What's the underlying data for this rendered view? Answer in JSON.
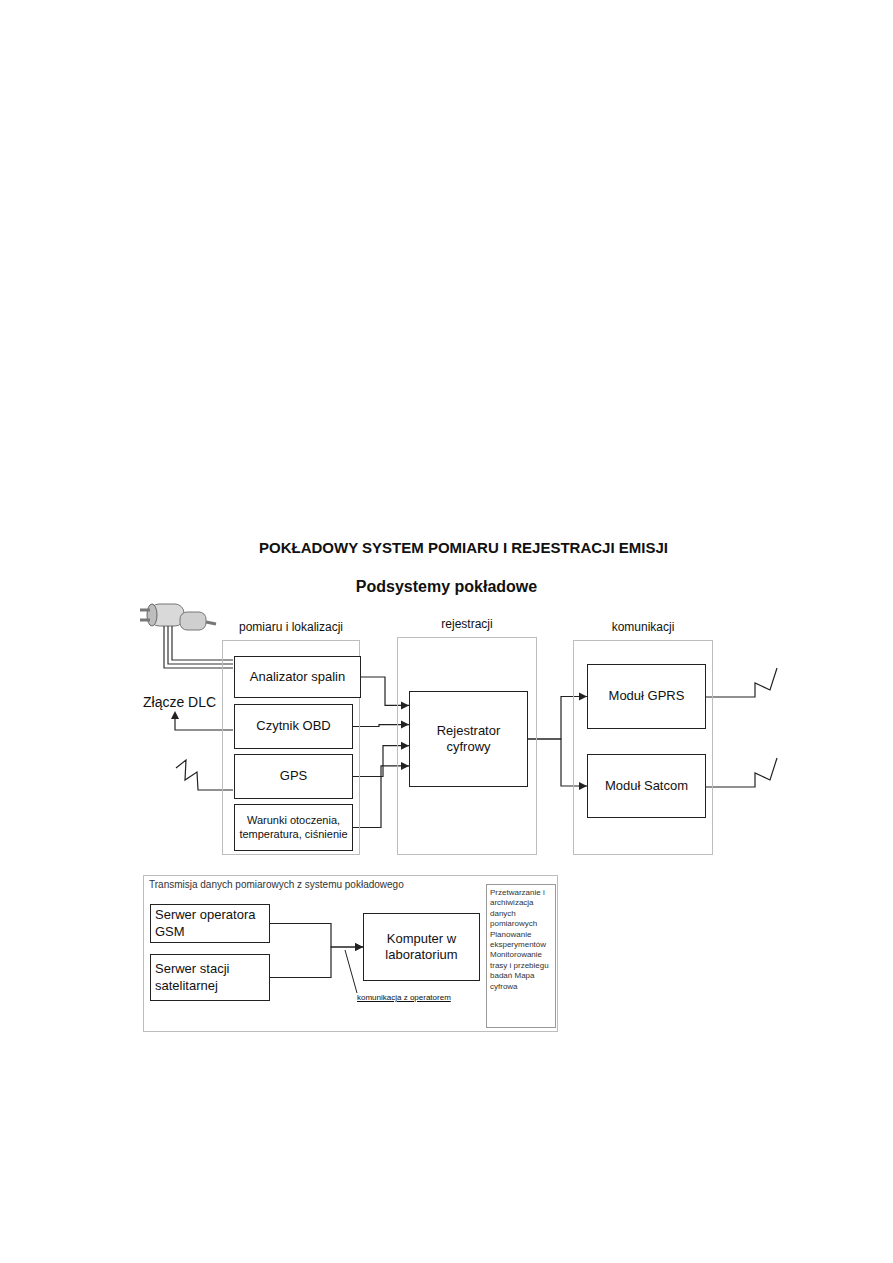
{
  "diagram": {
    "title": "POKŁADOWY SYSTEM POMIARU I REJESTRACJI EMISJI",
    "nodes": [
      {
        "text": [
          "pomiaru i lokalizacji"
        ]
      },
      {
        "text": [
          "Analizator spalin"
        ],
        "in": 0
      },
      {
        "text": [
          "Czytnik OBD"
        ],
        "in": 0
      },
      {
        "text": [
          "GPS"
        ],
        "in": 0
      },
      {
        "text": [
          "Warunki otoczenia, temperatura, ciśnienie"
        ],
        "in": 0
      },
      {
        "text": [
          "rejestracji"
        ]
      },
      {
        "text": [
          "Rejestrator cyfrowy"
        ],
        "in": 5
      },
      {
        "text": [
          "komunikacji"
        ]
      },
      {
        "text": [
          "Moduł GPRS"
        ],
        "in": 7
      },
      {
        "text": [
          "Moduł Satcom"
        ],
        "in": 7
      },
      {
        "text": [
          "Transmisja danych pomiarowych z systemu pokładowego"
        ]
      },
      {
        "text": [
          "Serwer operatora GSM"
        ],
        "in": 10
      },
      {
        "text": [
          "Serwer stacji satelitarnej"
        ],
        "in": 10
      },
      {
        "text": [
          "Komputer w laboratorium"
        ],
        "in": 10
      },
      {
        "text": [
          "Przetwarzanie i archiwizacja danych pomiarowych Planowanie eksperymentów Monitorowanie trasy i przebiegu badań Mapa cyfrowa"
        ],
        "in": 10
      }
    ],
    "edges": [
      {
        "from": 1,
        "to": 6,
        "arrow": "to"
      },
      {
        "from": 2,
        "to": 6,
        "arrow": "to"
      },
      {
        "from": 3,
        "to": 6,
        "arrow": "to"
      },
      {
        "from": 4,
        "to": 6,
        "arrow": "to"
      },
      {
        "from": 6,
        "to": 8,
        "arrow": "to"
      },
      {
        "from": 6,
        "to": 9,
        "arrow": "to"
      },
      {
        "from": 11,
        "to": 13,
        "arrow": "to"
      },
      {
        "from": 12,
        "to": 13,
        "arrow": "to"
      }
    ],
    "labels": [
      "Podsystemy pokładowe",
      "Złącze DLC",
      "komunikacja z operatorem"
    ]
  }
}
